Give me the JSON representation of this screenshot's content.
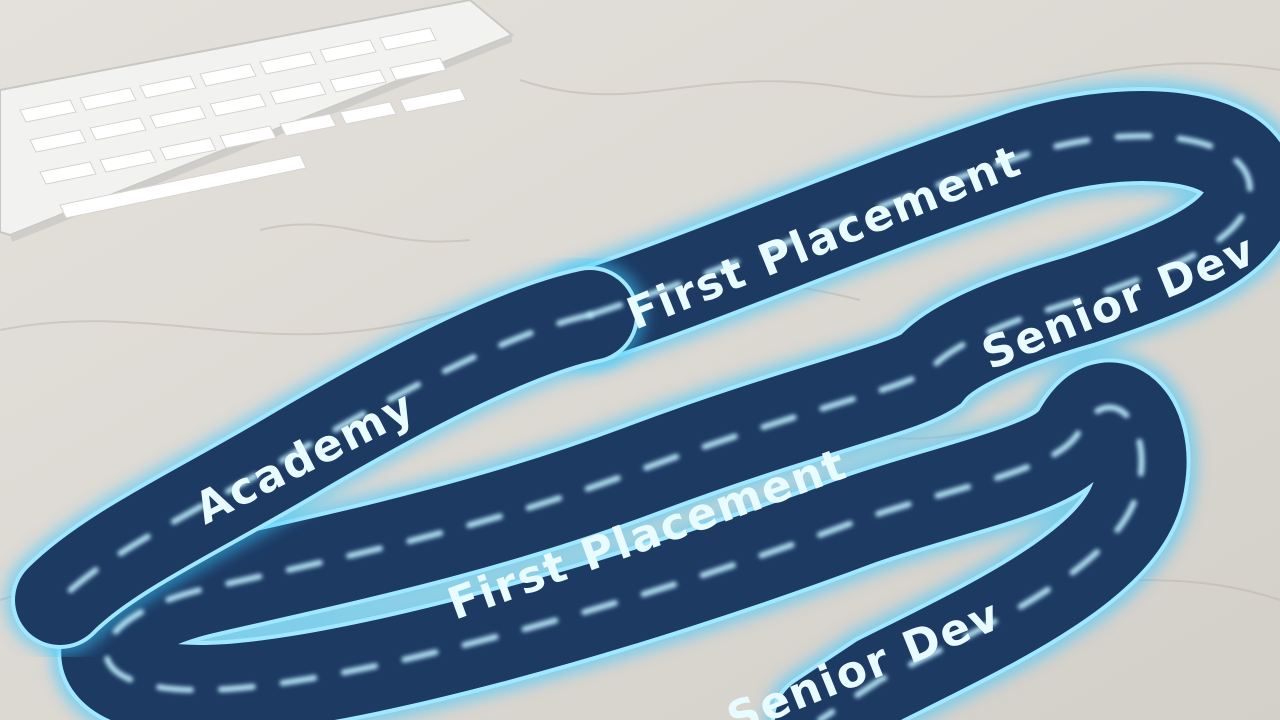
{
  "road_labels": {
    "academy": "Academy",
    "first_placement_upper": "First Placement",
    "senior_dev_upper": "Senior Dev",
    "first_placement_lower": "First Placement",
    "senior_dev_lower": "Senior Dev"
  },
  "colors": {
    "marble": "#ddd9d4",
    "road": "#1d3a63",
    "road_edge_glow": "#38c8ff",
    "lane_dash": "#bff1ff",
    "label_text": "#e8fbff",
    "keyboard": "#f4f4f2"
  }
}
